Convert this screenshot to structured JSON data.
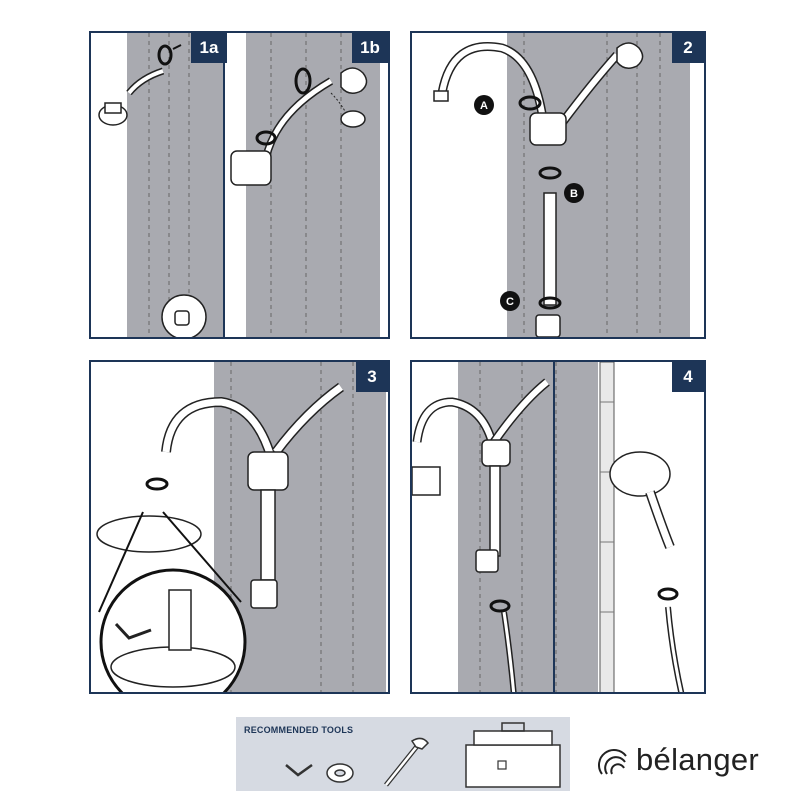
{
  "steps": {
    "s1a": "1a",
    "s1b": "1b",
    "s2": "2",
    "s3": "3",
    "s4": "4"
  },
  "callouts": {
    "a": "A",
    "b": "B",
    "c": "C"
  },
  "tools": {
    "title": "RECOMMENDED TOOLS",
    "items": [
      "hex-key-icon",
      "thread-tape-icon",
      "adjustable-wrench-icon",
      "toolbox-icon"
    ]
  },
  "brand": {
    "name": "bélanger",
    "logo": "belanger-logo-icon"
  },
  "colors": {
    "navy": "#1d3557",
    "wall": "#a9aab0",
    "tools_bg": "#d6dae2"
  }
}
